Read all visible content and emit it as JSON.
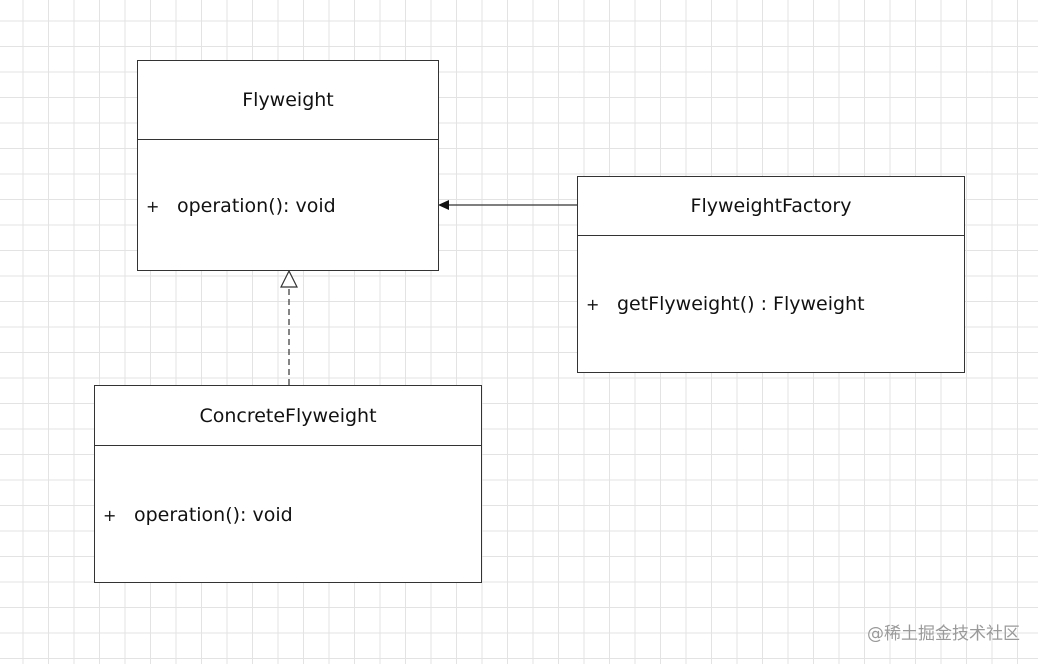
{
  "classes": {
    "flyweight": {
      "name": "Flyweight",
      "operations": [
        {
          "visibility": "+",
          "signature": "operation(): void"
        }
      ]
    },
    "factory": {
      "name": "FlyweightFactory",
      "operations": [
        {
          "visibility": "+",
          "signature": "getFlyweight() : Flyweight"
        }
      ]
    },
    "concrete": {
      "name": "ConcreteFlyweight",
      "operations": [
        {
          "visibility": "+",
          "signature": "operation(): void"
        }
      ]
    }
  },
  "watermark": "@稀土掘金技术社区",
  "colors": {
    "line": "#333333",
    "grid": "#e3e3e3",
    "background": "#ffffff"
  }
}
